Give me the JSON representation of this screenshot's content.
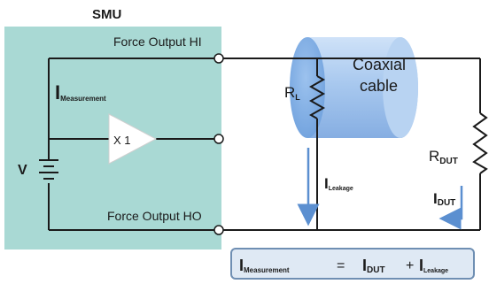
{
  "smu": {
    "title": "SMU",
    "force_hi": "Force Output HI",
    "force_ho": "Force Output HO",
    "source_label": "V",
    "buffer_label": "X 1",
    "measurement_main": "I",
    "measurement_sub": "Measurement"
  },
  "cable": {
    "line1": "Coaxial",
    "line2": "cable",
    "rl_main": "R",
    "rl_sub": "L",
    "leakage_main": "I",
    "leakage_sub": "Leakage"
  },
  "dut": {
    "r_main": "R",
    "r_sub": "DUT",
    "i_main": "I",
    "i_sub": "DUT"
  },
  "equation": {
    "lhs_main": "I",
    "lhs_sub": "Measurement",
    "equals": "=",
    "t1_main": "I",
    "t1_sub": "DUT",
    "plus": "+",
    "t2_main": "I",
    "t2_sub": "Leakage"
  },
  "colors": {
    "smu_fill": "#a9d9d4",
    "cable_fill": "#a8c8ef",
    "arrow": "#5b8fd0",
    "wire": "#1a1a1a"
  }
}
